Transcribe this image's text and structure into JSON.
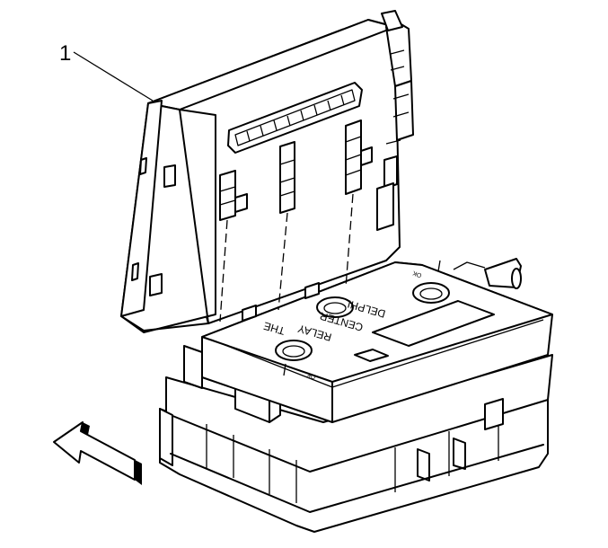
{
  "callout": {
    "number": "1"
  },
  "relay_box": {
    "cover_text_line1": "DELPHI",
    "cover_text_line2": "CENTER",
    "cover_text_line3": "RELAY",
    "cover_text_line4": "THE",
    "marker_left": "OK",
    "marker_right": "OK"
  }
}
